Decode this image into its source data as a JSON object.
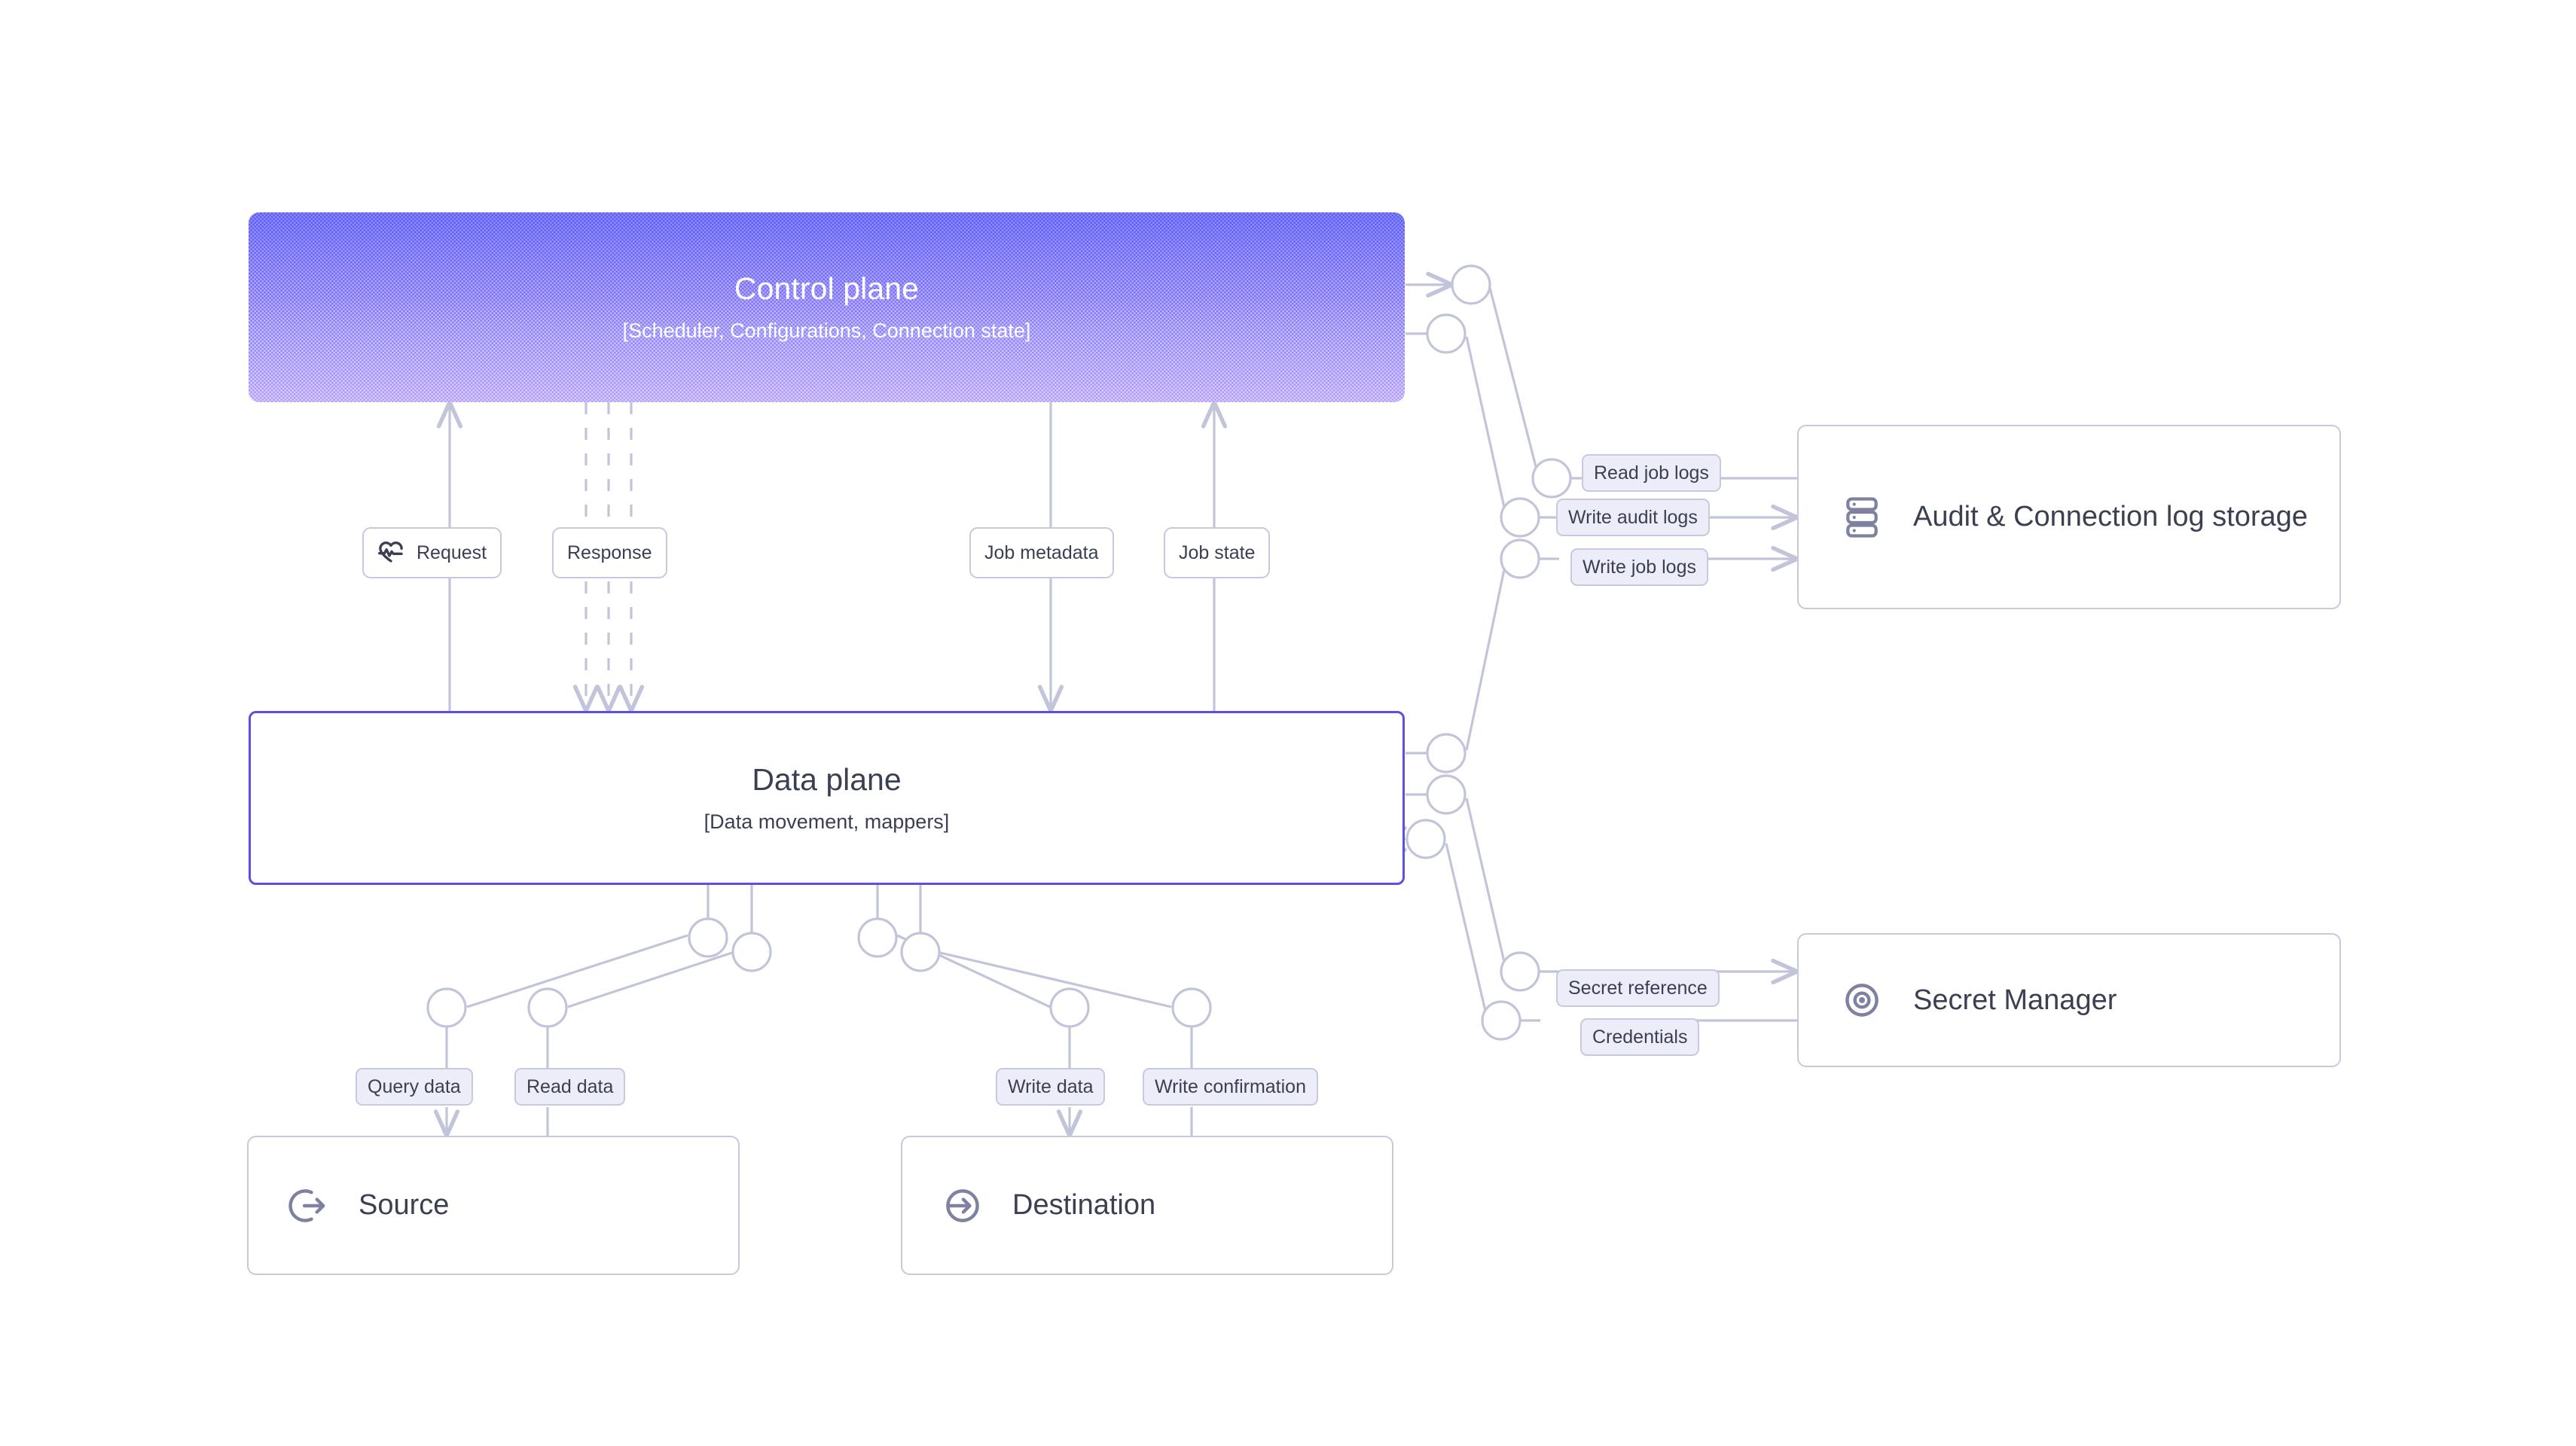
{
  "diagram": {
    "title": "Control plane / Data plane data movement architecture",
    "background": "#ffffff",
    "accent_border": "#5B4FE8",
    "chip_fill": "#ecedf8",
    "chip_border": "#c7c9de",
    "line_color": "#c2c4da",
    "text_color": "#3b3f52",
    "gradient_top": "#5B5BF6",
    "gradient_bottom": "#B39DFC"
  },
  "control_plane": {
    "title": "Control plane",
    "subtitle": "[Scheduler, Configurations, Connection state]"
  },
  "data_plane": {
    "title": "Data plane",
    "subtitle": "[Data movement, mappers]"
  },
  "services": {
    "audit": {
      "title": "Audit & Connection log storage",
      "icon": "server-stack-icon"
    },
    "secret": {
      "title": "Secret Manager",
      "icon": "target-eye-icon"
    },
    "source": {
      "title": "Source",
      "icon": "log-out-icon"
    },
    "destination": {
      "title": "Destination",
      "icon": "log-in-icon"
    }
  },
  "edge_labels": {
    "request": "Request",
    "request_icon": "heart-pulse-icon",
    "response": "Response",
    "job_metadata": "Job metadata",
    "job_state": "Job state",
    "read_job_logs": "Read job logs",
    "write_audit_logs": "Write audit logs",
    "write_job_logs": "Write job logs",
    "secret_reference": "Secret reference",
    "credentials": "Credentials",
    "query_data": "Query data",
    "read_data": "Read data",
    "write_data": "Write data",
    "write_confirmation": "Write confirmation"
  }
}
